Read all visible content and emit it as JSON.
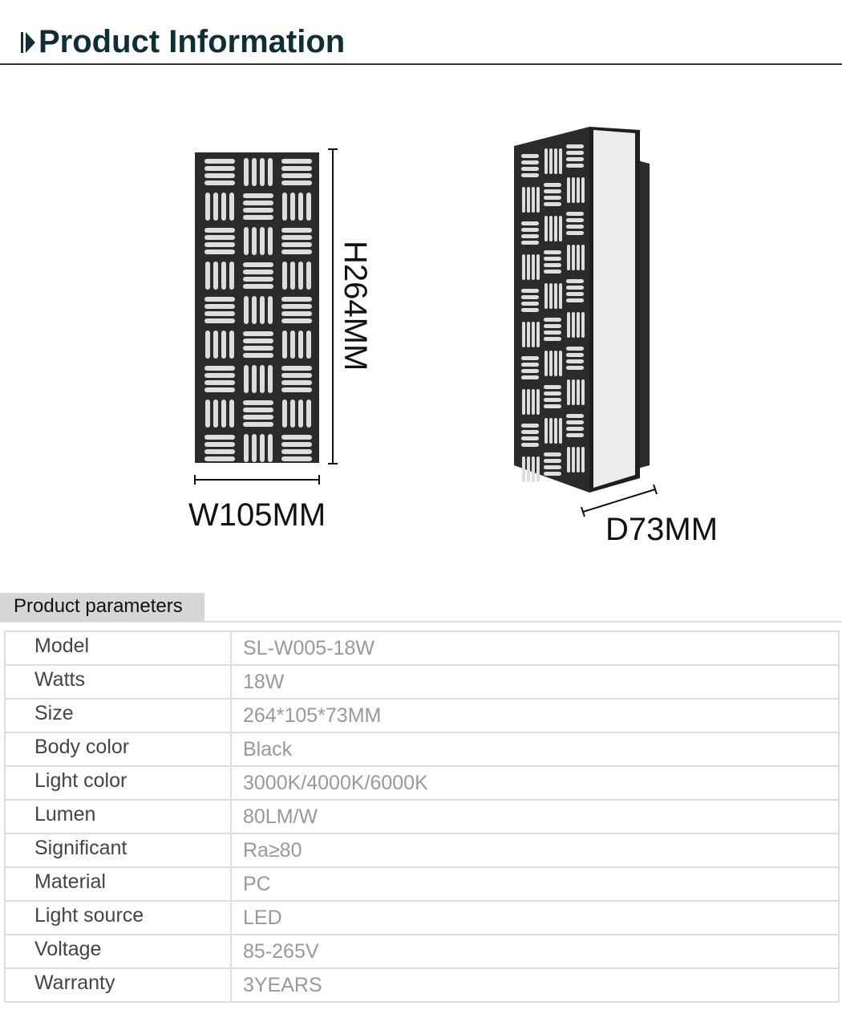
{
  "header": {
    "title": "Product Information",
    "icon": "play-arrow-icon"
  },
  "dimensions": {
    "width": "W105MM",
    "height": "H264MM",
    "depth": "D73MM"
  },
  "params": {
    "tab_label": "Product parameters",
    "rows": [
      {
        "label": "Model",
        "value": "SL-W005-18W"
      },
      {
        "label": "Watts",
        "value": "18W"
      },
      {
        "label": "Size",
        "value": "264*105*73MM"
      },
      {
        "label": "Body color",
        "value": "Black"
      },
      {
        "label": "Light color",
        "value": "3000K/4000K/6000K"
      },
      {
        "label": "Lumen",
        "value": "80LM/W"
      },
      {
        "label": "Significant",
        "value": "Ra≥80"
      },
      {
        "label": "Material",
        "value": "PC"
      },
      {
        "label": "Light source",
        "value": "LED"
      },
      {
        "label": "Voltage",
        "value": "85-265V"
      },
      {
        "label": "Warranty",
        "value": "3YEARS"
      }
    ]
  },
  "colors": {
    "title": "#0d2f35",
    "lamp_body": "#2b2b2b",
    "lamp_diffuser": "#e8e8ea"
  }
}
